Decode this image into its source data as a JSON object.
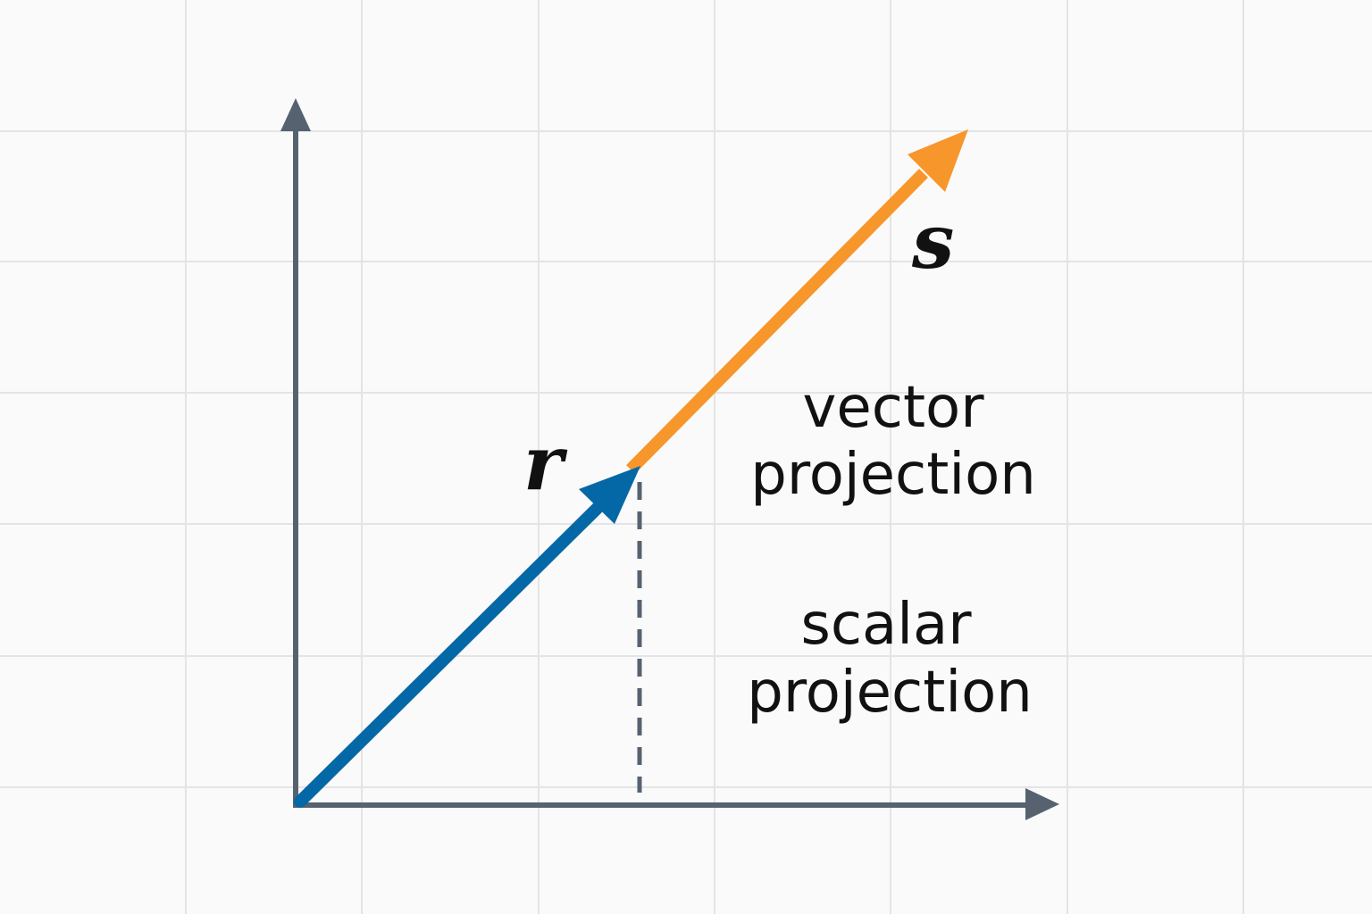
{
  "vectors": {
    "r": {
      "label": "r",
      "color": "#0568a6"
    },
    "s": {
      "label": "s",
      "color": "#f7962b"
    }
  },
  "labels": {
    "vector_projection": {
      "line1": "vector",
      "line2": "projection"
    },
    "scalar_projection": {
      "line1": "scalar",
      "line2": "projection"
    }
  },
  "colors": {
    "background": "#fafafa",
    "grid": "#e4e4e4",
    "axis": "#566270",
    "text": "#111111"
  }
}
